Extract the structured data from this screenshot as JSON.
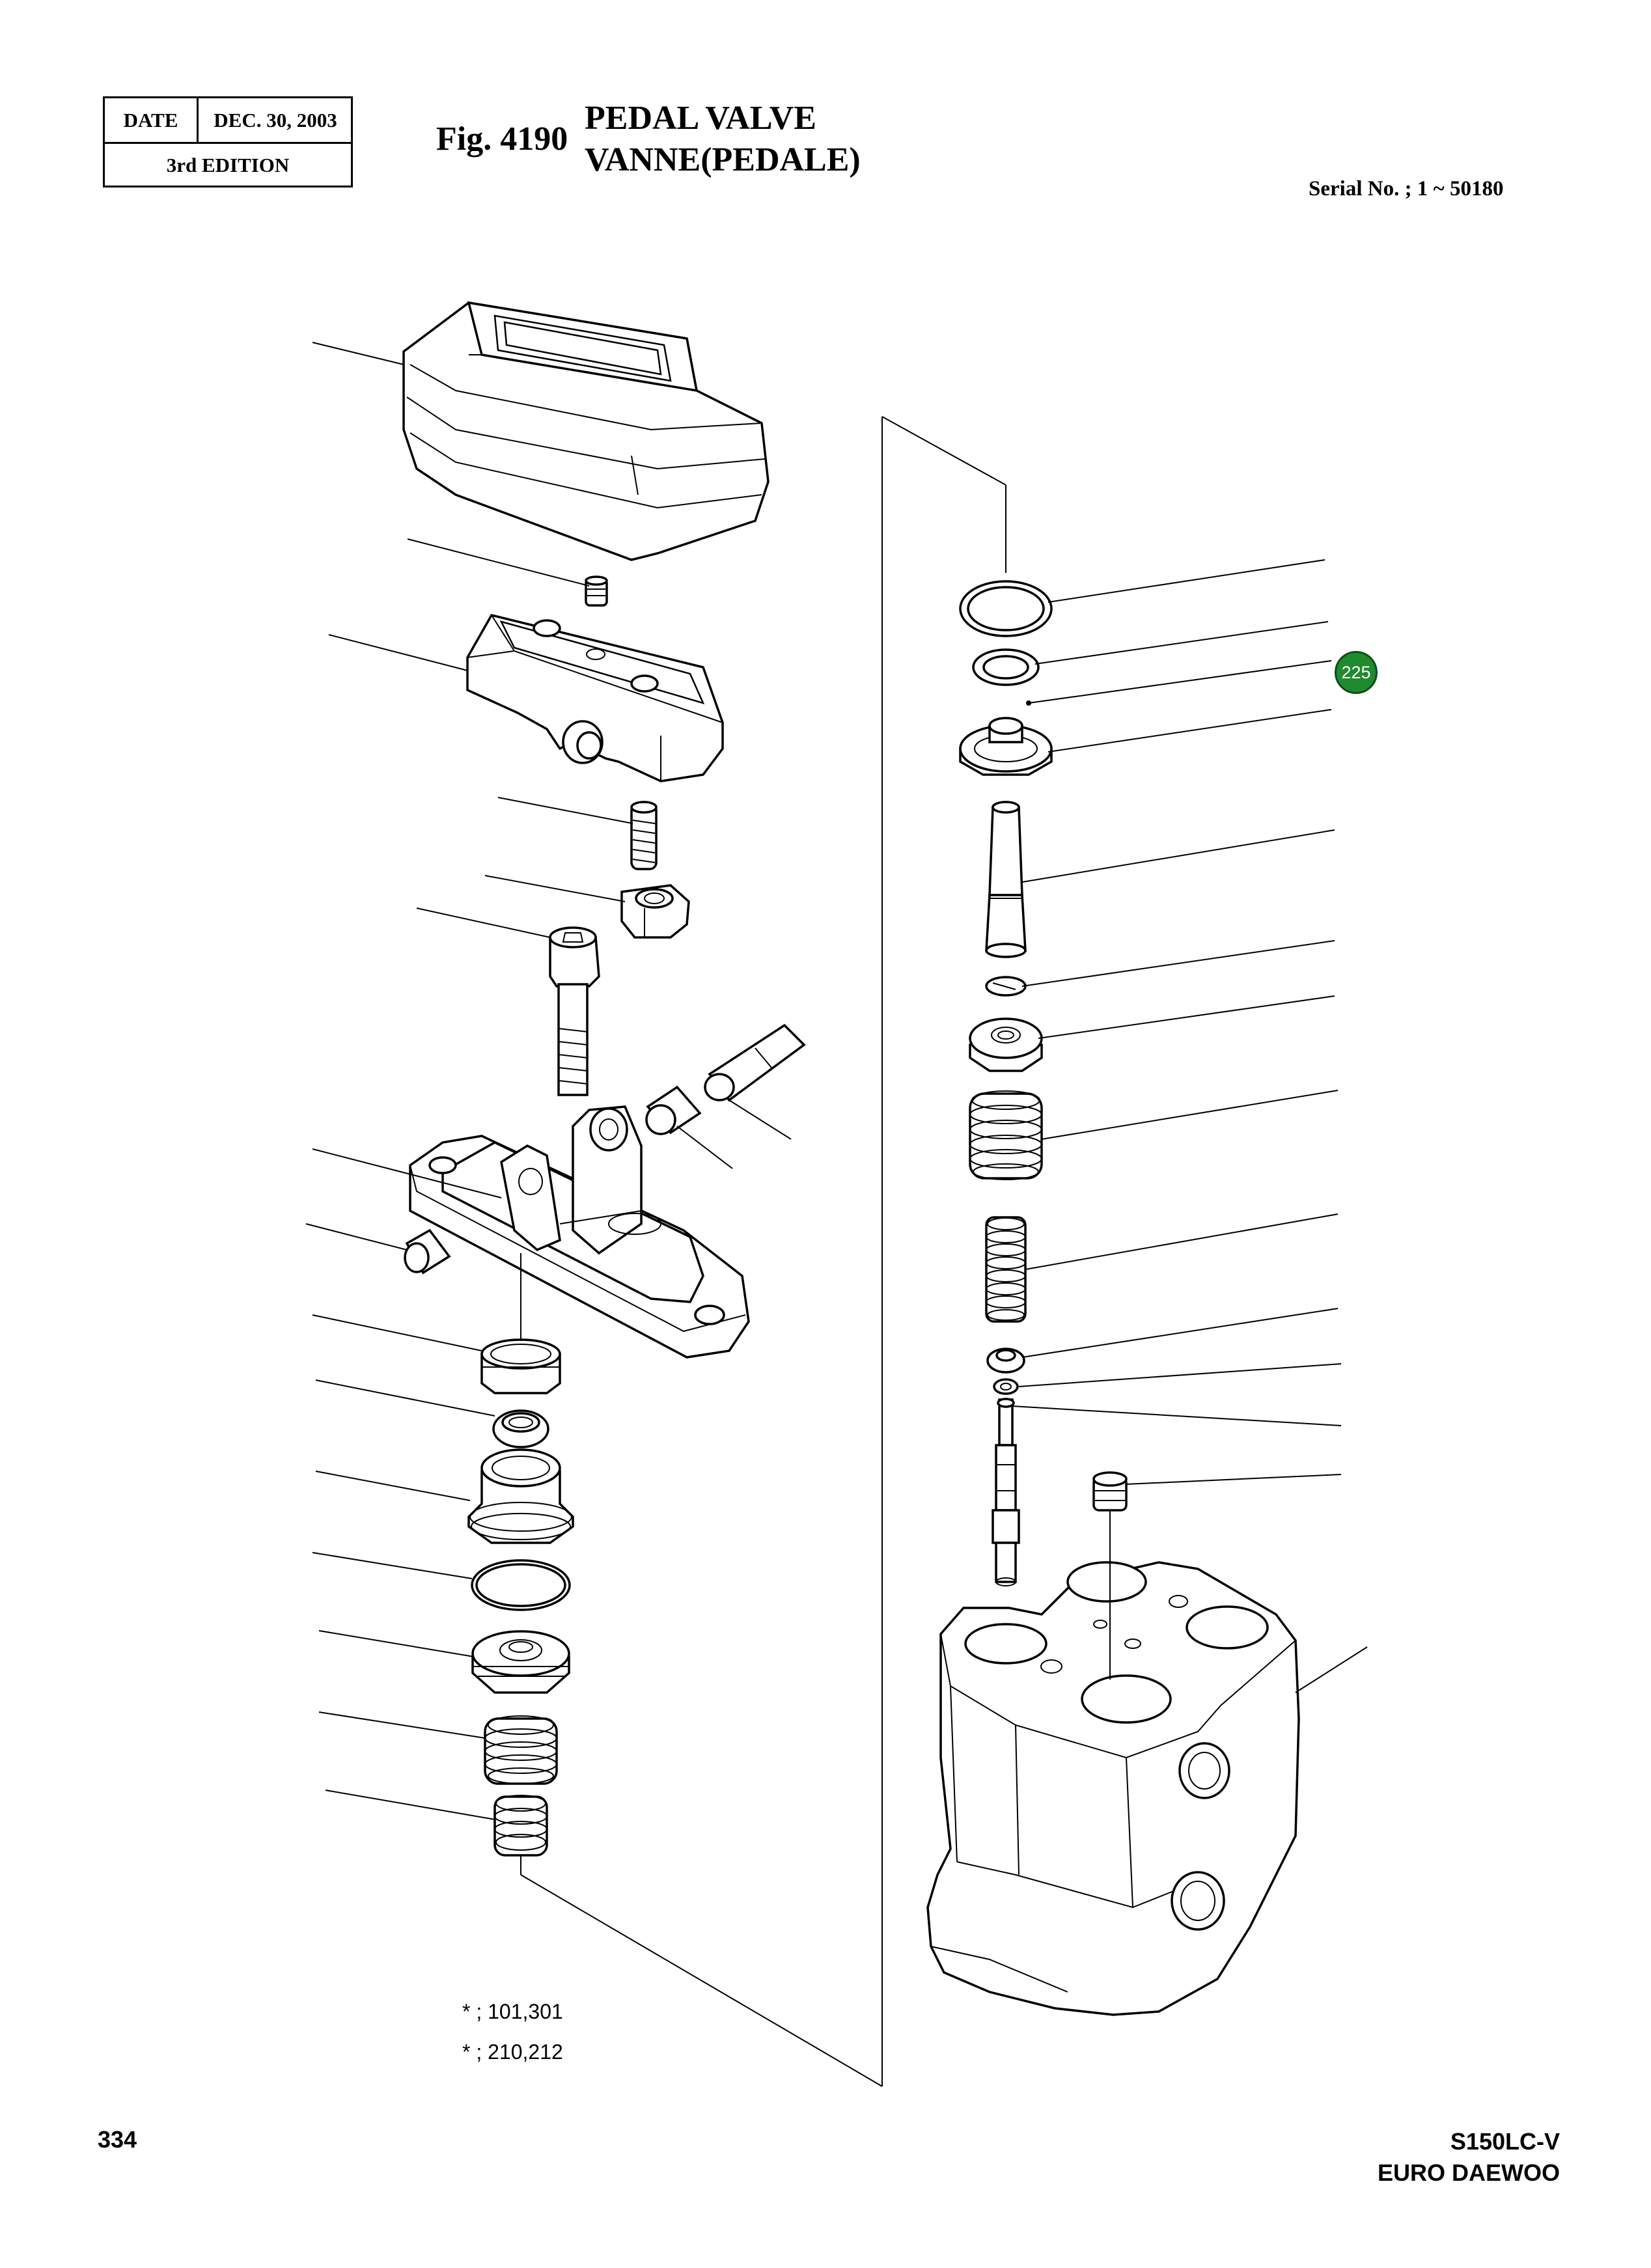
{
  "header": {
    "date_label": "DATE",
    "date_value": "DEC. 30, 2003",
    "edition": "3rd  EDITION"
  },
  "figure": {
    "number": "Fig. 4190",
    "title_en": "PEDAL VALVE",
    "title_fr": "VANNE(PEDALE)",
    "serial": "Serial No. ; 1 ~ 50180"
  },
  "notes": [
    {
      "marker": "*",
      "text": ";  101,301"
    },
    {
      "marker": "*",
      "text": ";  210,212"
    }
  ],
  "callout_badge": "225",
  "footer": {
    "page_number": "334",
    "model": "S150LC-V",
    "brand": "EURO DAEWOO"
  }
}
